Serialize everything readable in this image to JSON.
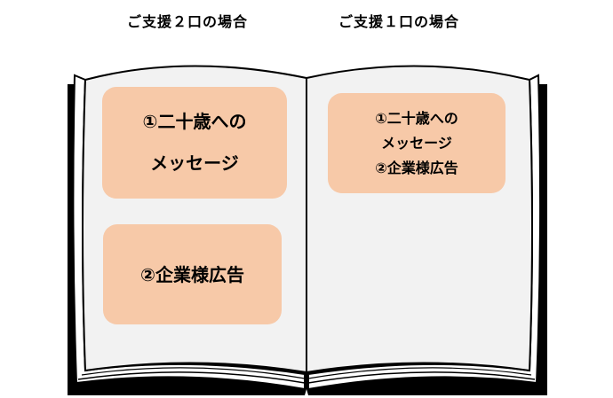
{
  "captions": {
    "left": "ご支援２口の場合",
    "right": "ご支援１口の場合"
  },
  "left_page": {
    "card_message": {
      "line1": "①二十歳への",
      "line2": "メッセージ"
    },
    "card_ad": {
      "text": "②企業様広告"
    }
  },
  "right_page": {
    "card_combined": {
      "line1": "①二十歳への",
      "line2": "メッセージ",
      "line3": "②企業様広告"
    }
  },
  "colors": {
    "card_fill": "#f7c9a8",
    "page_fill": "#f2f2f2",
    "cover_fill": "#000000",
    "outline": "#000000"
  }
}
